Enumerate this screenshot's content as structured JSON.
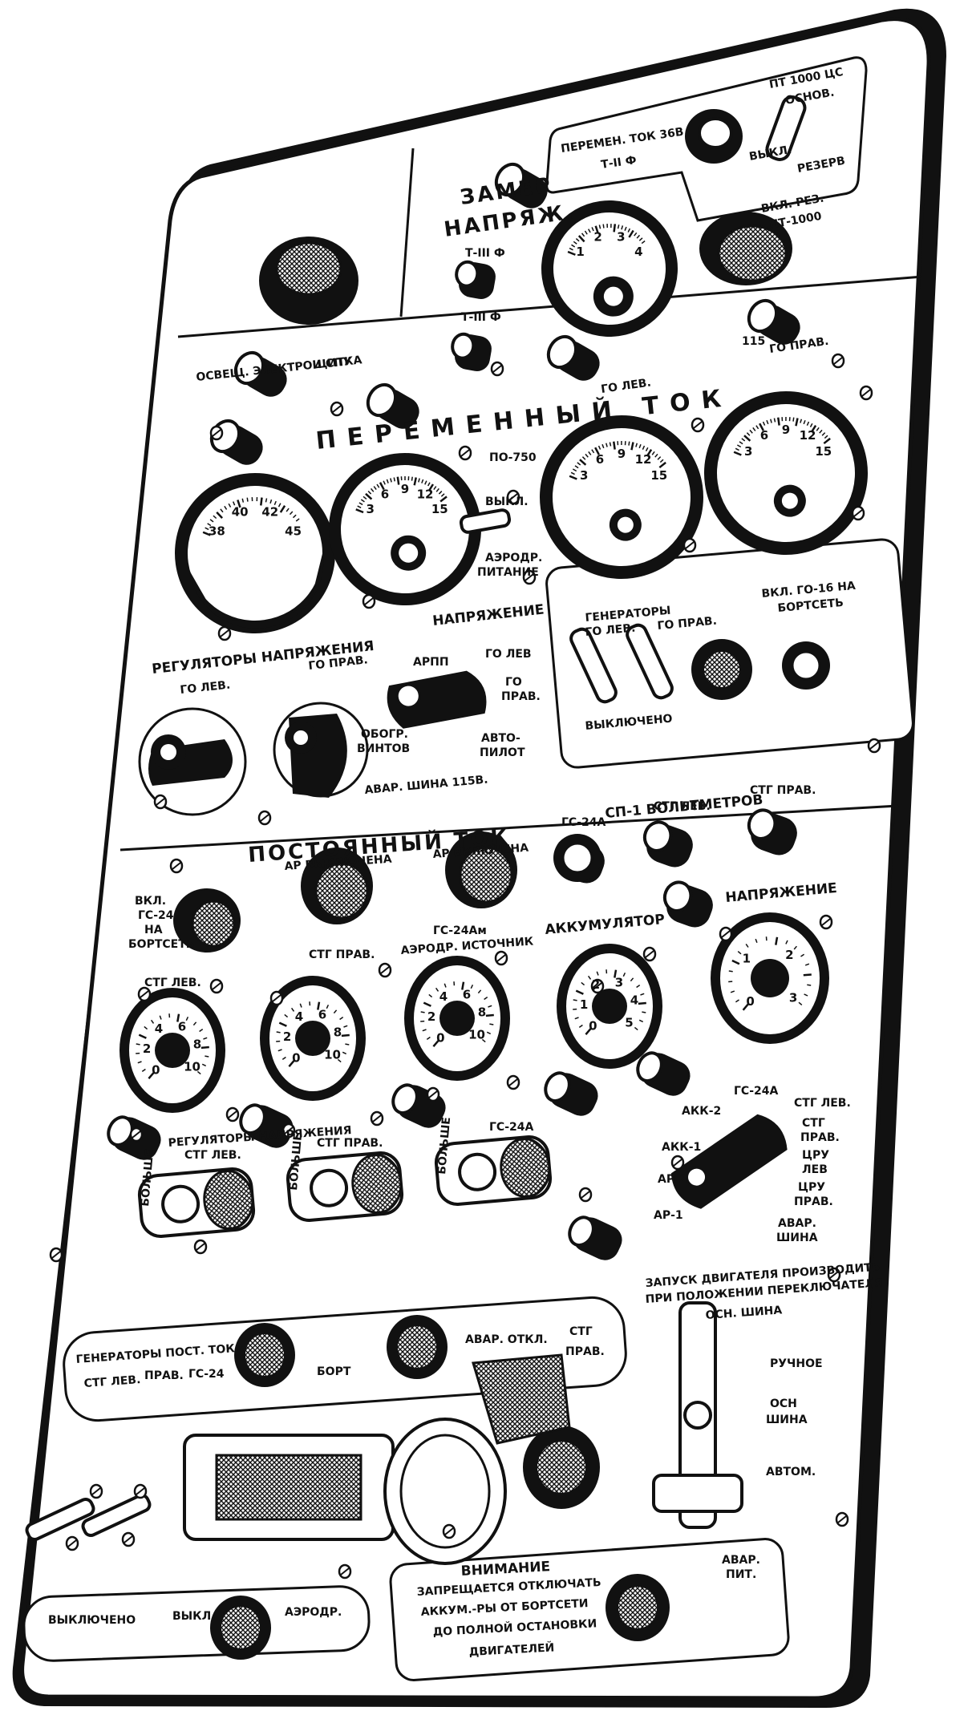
{
  "sections": {
    "ac_title": "ПЕРЕМЕННЫЙ ТОК",
    "dc_title": "ПОСТОЯННЫЙ ТОК"
  },
  "top_panel": {
    "lighting": "ОСВЕЩ. ЭЛЕКТРОЩИТКА",
    "lighting_2": "И СПУ",
    "measure": "ЗАМЕР",
    "measure_2": "НАПРЯЖ.",
    "phase3": "Т-III Ф",
    "phase3b": "Т-III Ф",
    "ac36": "ПЕРЕМЕН. ТОК 36В",
    "phase2": "Т-II Ф",
    "pt1000_1": "ПТ 1000 ЦС",
    "pt1000_2": "ОСНОВ.",
    "off_short": "ВЫКЛ.",
    "reserve": "РЕЗЕРВ",
    "vkl_rez_1": "ВКЛ. РЕЗ.",
    "vkl_rez_2": "ПТ-1000",
    "v115": "115",
    "go_prav": "ГО ПРАВ.",
    "go_lev": "ГО ЛЕВ."
  },
  "ac_panel": {
    "po750": "ПО-750",
    "vykl": "ВЫКЛ.",
    "aerodr_1": "АЭРОДР.",
    "aerodr_2": "ПИТАНИЕ",
    "regulators": "РЕГУЛЯТОРЫ НАПРЯЖЕНИЯ",
    "voltage": "НАПРЯЖЕНИЕ",
    "go_lev": "ГО ЛЕВ.",
    "go_prav": "ГО ПРАВ.",
    "arpp": "АРПП",
    "sw_go_lev": "ГО ЛЕВ",
    "sw_go_prav_1": "ГО",
    "sw_go_prav_2": "ПРАВ.",
    "obogr_1": "ОБОГР.",
    "obogr_2": "ВИНТОВ",
    "avto_1": "АВТО-",
    "avto_2": "ПИЛОТ",
    "avar_shina": "АВАР. ШИНА 115В.",
    "generator_1": "ГЕНЕРАТОРЫ",
    "generator_2": "ГО ЛЕВ.",
    "generator_3": "ГО ПРАВ.",
    "vykl_full": "ВЫКЛЮЧЕНО",
    "go16_1": "ВКЛ. ГО-16 НА",
    "go16_2": "БОРТСЕТЬ"
  },
  "dc_panel": {
    "sp1": "СП-1 ВОЛЬТМЕТРОВ",
    "ar_off": "АР ВЫКЛЮЧЕНА",
    "ar_on": "АР ВКЛЮЧЕНА",
    "gs24a": "ГС-24А",
    "stg_lev": "СТГ ЛЕВ.",
    "stg_prav": "СТГ ПРАВ.",
    "vkl_gs_1": "ВКЛ.",
    "vkl_gs_2": "ГС-24",
    "vkl_gs_3": "НА",
    "vkl_gs_4": "БОРТСЕТЬ",
    "gs24am": "ГС-24Ам",
    "aerodr_ist": "АЭРОДР. ИСТОЧНИК",
    "akkum": "АККУМУЛЯТОР",
    "napr": "НАПРЯЖЕНИЕ",
    "regulators": "РЕГУЛЯТОРЫ НАПРЯЖЕНИЯ",
    "more": "БОЛЬШЕ",
    "akk2": "АКК-2",
    "akk1": "АКК-1",
    "ar2": "АР-2",
    "ar1": "АР-1",
    "stg": "СТГ",
    "prav": "ПРАВ.",
    "cru_lev_1": "ЦРУ",
    "cru_lev_2": "ЛЕВ",
    "cru_prav_1": "ЦРУ",
    "cru_prav_2": "ПРАВ.",
    "avar_1": "АВАР.",
    "avar_2": "ШИНА"
  },
  "bottom_panel": {
    "gen_dc": "ГЕНЕРАТОРЫ ПОСТ. ТОКА",
    "stg_lev": "СТГ ЛЕВ.",
    "prav": "ПРАВ.",
    "gs24": "ГС-24",
    "bort": "БОРТ",
    "avar_otkl": "АВАР. ОТКЛ.",
    "stg_prav_1": "СТГ",
    "stg_prav_2": "ПРАВ.",
    "start_1": "ЗАПУСК ДВИГАТЕЛЯ ПРОИЗВОДИТЬ",
    "start_2": "ПРИ ПОЛОЖЕНИИ ПЕРЕКЛЮЧАТЕЛЯ",
    "start_3": "ОСН. ШИНА",
    "ruchnoe": "РУЧНОЕ",
    "osn_1": "ОСН",
    "osn_2": "ШИНА",
    "avtom": "АВТОМ.",
    "attention": "ВНИМАНИЕ",
    "warn_1": "ЗАПРЕЩАЕТСЯ ОТКЛЮЧАТЬ",
    "warn_2": "АККУМ.-РЫ ОТ БОРТСЕТИ",
    "warn_3": "ДО ПОЛНОЙ ОСТАНОВКИ",
    "warn_4": "ДВИГАТЕЛЕЙ",
    "avar_pit_1": "АВАР.",
    "avar_pit_2": "ПИТ.",
    "vykl_full": "ВЫКЛЮЧЕНО",
    "vykl": "ВЫКЛ.",
    "aerodr": "АЭРОДР."
  },
  "meters": {
    "m1": [
      "38",
      "40",
      "42",
      "45"
    ],
    "m2": [
      "3",
      "6",
      "9",
      "12",
      "15"
    ],
    "m3": [
      "3",
      "6",
      "9",
      "12",
      "15"
    ],
    "m4": [
      "3",
      "6",
      "9",
      "12",
      "15"
    ],
    "m_top": [
      "1",
      "2",
      "3",
      "4"
    ],
    "dc1": [
      "0",
      "2",
      "4",
      "6",
      "8",
      "10"
    ],
    "dc2": [
      "0",
      "2",
      "4",
      "6",
      "8",
      "10"
    ],
    "dc3": [
      "0",
      "2",
      "4",
      "6",
      "8",
      "10"
    ],
    "dc4": [
      "0",
      "1",
      "2",
      "3",
      "4",
      "5"
    ],
    "dc5": [
      "0",
      "1",
      "2",
      "3"
    ]
  }
}
